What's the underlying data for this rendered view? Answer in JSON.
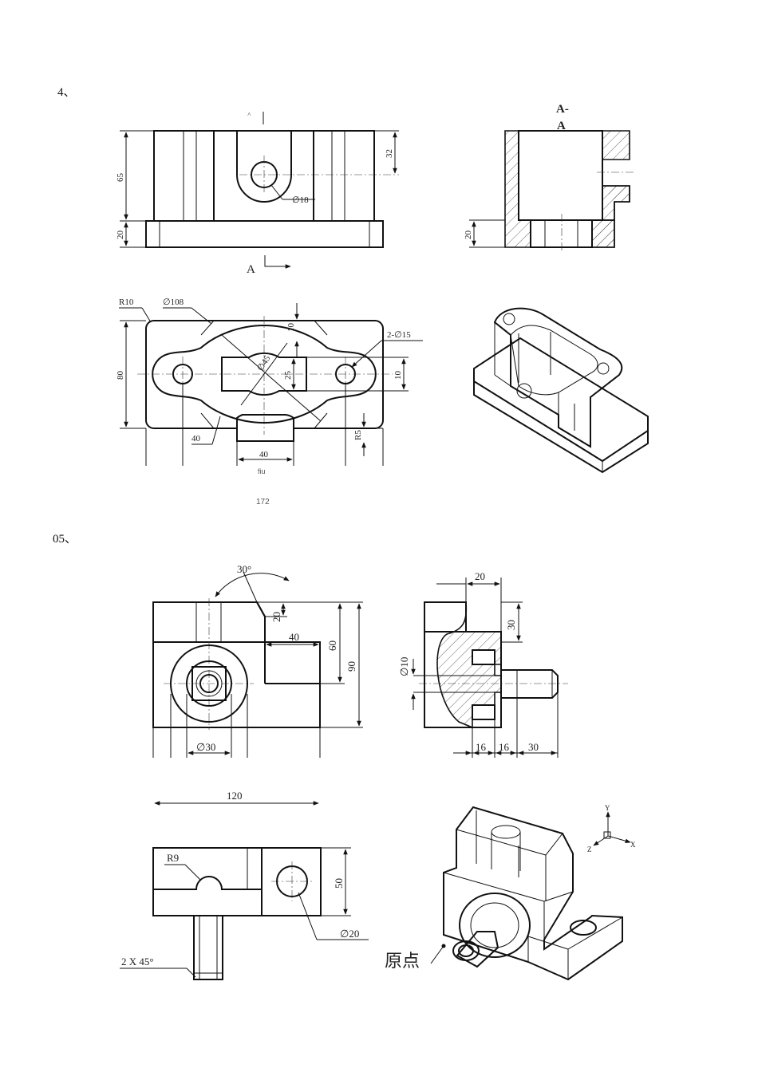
{
  "problems": [
    {
      "number_label": "4、",
      "section_label": "A-A",
      "view_arrow_label": "A",
      "top_mark": "˄",
      "front_dims": [
        "65",
        "20",
        "32",
        "∅18"
      ],
      "section_dims": [
        "20"
      ],
      "top_dims": [
        "R10",
        "∅108",
        "10",
        "2-∅15",
        "80",
        "∅45",
        "25",
        "40",
        "R5",
        "10",
        "40"
      ],
      "footer_small": "fiu",
      "page_number": "172"
    },
    {
      "number_label": "05、",
      "front_dims": [
        "30°",
        "20",
        "40",
        "60",
        "90",
        "∅30"
      ],
      "side_dims": [
        "20",
        "30",
        "∅10",
        "16",
        "16",
        "30"
      ],
      "top_dims": [
        "120",
        "R9",
        "50",
        "∅20",
        "2 X 45°"
      ],
      "iso_origin_label": "原点",
      "axis_labels": [
        "Y",
        "Z",
        "X"
      ]
    }
  ]
}
